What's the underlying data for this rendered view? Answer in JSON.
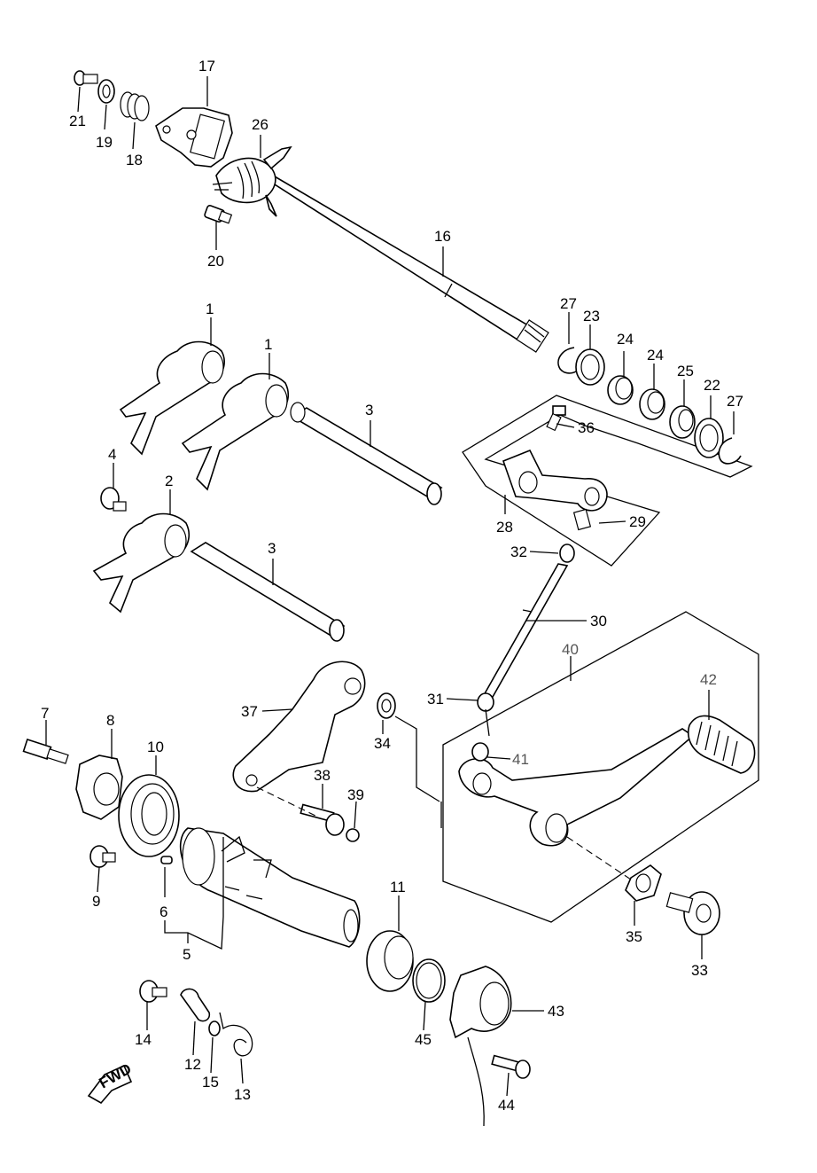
{
  "diagram": {
    "part_labels": [
      {
        "id": "label-21",
        "text": "21"
      },
      {
        "id": "label-19",
        "text": "19"
      },
      {
        "id": "label-18",
        "text": "18"
      },
      {
        "id": "label-17",
        "text": "17"
      },
      {
        "id": "label-26",
        "text": "26"
      },
      {
        "id": "label-20",
        "text": "20"
      },
      {
        "id": "label-16",
        "text": "16"
      },
      {
        "id": "label-27a",
        "text": "27"
      },
      {
        "id": "label-23",
        "text": "23"
      },
      {
        "id": "label-24a",
        "text": "24"
      },
      {
        "id": "label-24b",
        "text": "24"
      },
      {
        "id": "label-25",
        "text": "25"
      },
      {
        "id": "label-22",
        "text": "22"
      },
      {
        "id": "label-27b",
        "text": "27"
      },
      {
        "id": "label-1a",
        "text": "1"
      },
      {
        "id": "label-1b",
        "text": "1"
      },
      {
        "id": "label-3a",
        "text": "3"
      },
      {
        "id": "label-36",
        "text": "36"
      },
      {
        "id": "label-4",
        "text": "4"
      },
      {
        "id": "label-2",
        "text": "2"
      },
      {
        "id": "label-28",
        "text": "28"
      },
      {
        "id": "label-29",
        "text": "29"
      },
      {
        "id": "label-3b",
        "text": "3"
      },
      {
        "id": "label-32",
        "text": "32"
      },
      {
        "id": "label-30",
        "text": "30"
      },
      {
        "id": "label-40",
        "text": "40"
      },
      {
        "id": "label-42",
        "text": "42"
      },
      {
        "id": "label-37",
        "text": "37"
      },
      {
        "id": "label-31",
        "text": "31"
      },
      {
        "id": "label-34",
        "text": "34"
      },
      {
        "id": "label-7",
        "text": "7"
      },
      {
        "id": "label-8",
        "text": "8"
      },
      {
        "id": "label-10",
        "text": "10"
      },
      {
        "id": "label-41",
        "text": "41"
      },
      {
        "id": "label-38",
        "text": "38"
      },
      {
        "id": "label-39",
        "text": "39"
      },
      {
        "id": "label-9",
        "text": "9"
      },
      {
        "id": "label-6",
        "text": "6"
      },
      {
        "id": "label-11",
        "text": "11"
      },
      {
        "id": "label-5",
        "text": "5"
      },
      {
        "id": "label-35",
        "text": "35"
      },
      {
        "id": "label-33",
        "text": "33"
      },
      {
        "id": "label-43",
        "text": "43"
      },
      {
        "id": "label-14",
        "text": "14"
      },
      {
        "id": "label-12",
        "text": "12"
      },
      {
        "id": "label-15",
        "text": "15"
      },
      {
        "id": "label-13",
        "text": "13"
      },
      {
        "id": "label-45",
        "text": "45"
      },
      {
        "id": "label-44",
        "text": "44"
      }
    ],
    "direction_badge": "FWD"
  }
}
